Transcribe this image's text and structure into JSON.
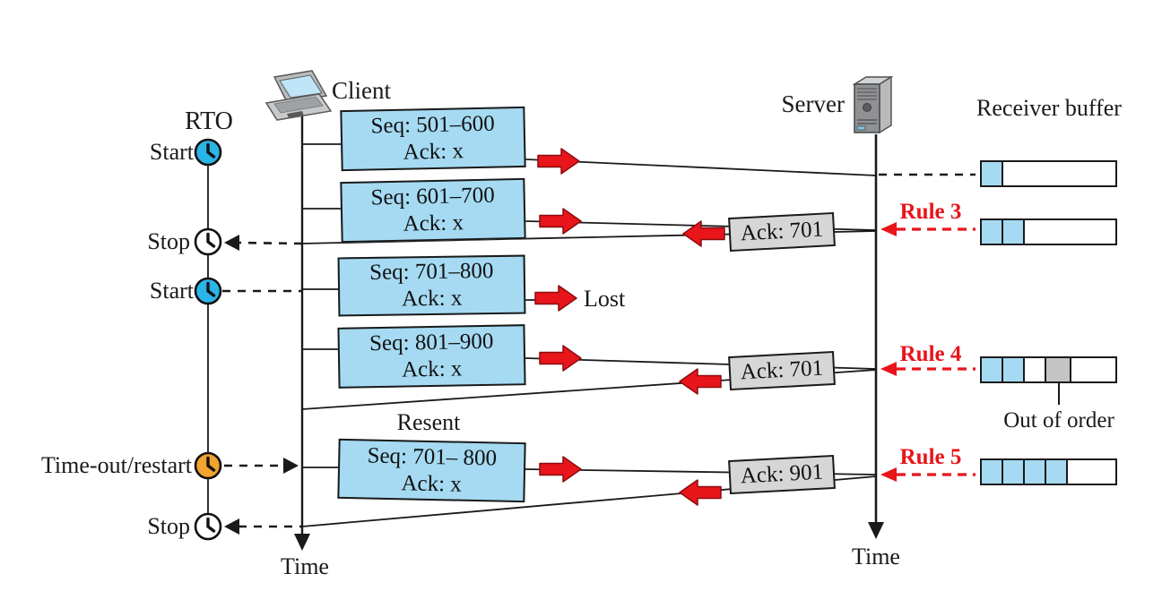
{
  "diagram": {
    "client": {
      "label": "Client",
      "time_label": "Time"
    },
    "server": {
      "label": "Server",
      "time_label": "Time"
    },
    "rto": {
      "label": "RTO",
      "events": [
        {
          "label": "Start",
          "type": "start"
        },
        {
          "label": "Stop",
          "type": "stop"
        },
        {
          "label": "Start",
          "type": "start"
        },
        {
          "label": "Time-out/restart",
          "type": "timeout"
        },
        {
          "label": "Stop",
          "type": "stop"
        }
      ]
    },
    "segments": [
      {
        "line1": "Seq: 501–600",
        "line2": "Ack: x"
      },
      {
        "line1": "Seq: 601–700",
        "line2": "Ack: x"
      },
      {
        "line1": "Seq: 701–800",
        "line2": "Ack: x",
        "status": "Lost"
      },
      {
        "line1": "Seq: 801–900",
        "line2": "Ack: x"
      },
      {
        "line1": "Seq: 701– 800",
        "line2": "Ack: x",
        "note": "Resent"
      }
    ],
    "acks": [
      {
        "label": "Ack: 701"
      },
      {
        "label": "Ack: 701"
      },
      {
        "label": "Ack: 901"
      }
    ],
    "rules": [
      {
        "label": "Rule 3"
      },
      {
        "label": "Rule 4"
      },
      {
        "label": "Rule 5"
      }
    ],
    "receiver_buffer": {
      "title": "Receiver buffer",
      "out_of_order_label": "Out of order",
      "buffers": [
        {
          "cells": [
            "filled"
          ]
        },
        {
          "cells": [
            "filled",
            "filled"
          ]
        },
        {
          "cells": [
            "filled",
            "filled",
            "empty",
            "out_of_order"
          ]
        },
        {
          "cells": [
            "filled",
            "filled",
            "filled",
            "filled"
          ]
        }
      ]
    },
    "colors": {
      "segment_fill": "#a5daf2",
      "buffer_filled": "#a5daf2",
      "ack_fill": "#d6d6d6",
      "out_of_order_fill": "#c4c4c4",
      "arrow_red": "#e8151b",
      "rule_red": "#e8151b",
      "clock_start_fill": "#2ab5e8",
      "clock_timeout_fill": "#f0a32f",
      "clock_stop_fill": "#ffffff",
      "line_black": "#1a1a1a"
    }
  }
}
